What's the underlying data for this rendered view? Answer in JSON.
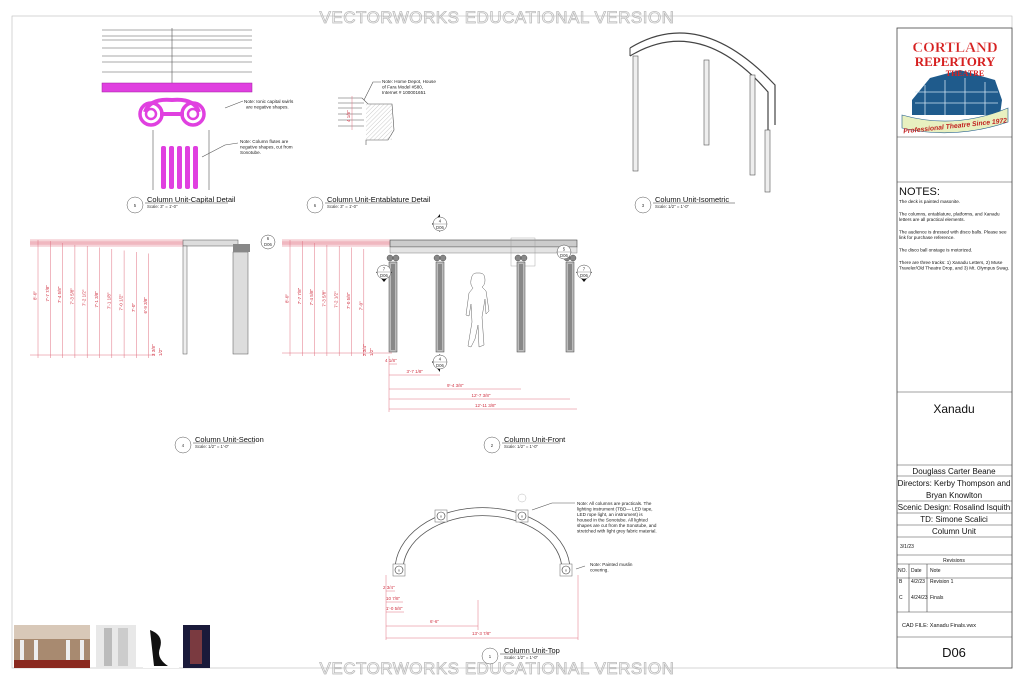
{
  "watermark": "VECTORWORKS EDUCATIONAL VERSION",
  "views": {
    "capital": {
      "number": "5",
      "title": "Column Unit-Capital Detail",
      "scale": "Scale: 3\" = 1'-0\"",
      "note_swirls": [
        "Note: Ionic capital swirls",
        "are negative shapes."
      ],
      "note_flutes": [
        "Note: Column flutes are",
        "negative shapes, cut from",
        "Sonotube."
      ]
    },
    "entablature": {
      "number": "6",
      "title": "Column Unit-Entablature Detail",
      "scale": "Scale: 3\" = 1'-0\"",
      "note": [
        "Note: Home Depot, House",
        "of Fara Model #580,",
        "Internet # 100001651"
      ],
      "dim": "4 1/8\""
    },
    "isometric": {
      "number": "3",
      "title": "Column Unit-Isometric",
      "scale": "Scale: 1/2\" = 1'-0\""
    },
    "section": {
      "number": "4",
      "title": "Column Unit-Section",
      "scale": "Scale: 1/2\" = 1'-0\"",
      "dims": [
        "8'-0\"",
        "7'-7 7/8\"",
        "7'-4 5/8\"",
        "7'-3 5/8\"",
        "7'-2 1/2\"",
        "7'-1 3/8\"",
        "7'-1 1/8\"",
        "7'-0 1/2\"",
        "7'-0\"",
        "6'-9 3/8\""
      ],
      "small_dims": [
        "3 3/8\"",
        "1/2\""
      ],
      "callout": {
        "num": "6",
        "sheet": "D06"
      }
    },
    "front": {
      "number": "2",
      "title": "Column Unit-Front",
      "scale": "Scale: 1/2\" = 1'-0\"",
      "dims": [
        "8'-0\"",
        "7'-7 7/8\"",
        "7'-4 5/8\"",
        "7'-3 5/8\"",
        "7'-2 1/2\"",
        "7'-0 5/8\"",
        "7'-0\""
      ],
      "small_dims": [
        "2 3/4\"",
        "1/2\""
      ],
      "bottom_dims": [
        "4 1/8\"",
        "3'-7 1/8\"",
        "9'-4 3/8\"",
        "12'-7 3/8\"",
        "12'-11 3/8\""
      ],
      "callouts": [
        {
          "num": "4",
          "sheet": "D06"
        },
        {
          "num": "4",
          "sheet": "D06"
        },
        {
          "num": "7",
          "sheet": "D06"
        },
        {
          "num": "7",
          "sheet": "D06"
        },
        {
          "num": "5",
          "sheet": "D06"
        }
      ]
    },
    "top": {
      "number": "1",
      "title": "Column Unit-Top",
      "scale": "Scale: 1/2\" = 1'-0\"",
      "dims": [
        "2 3/4\"",
        "10 7/8\"",
        "1'-0 5/8\"",
        "6'-6\"",
        "13'-3 7/8\""
      ],
      "note_columns": [
        "Note: All columns are practicals. The",
        "lighting instrument (TBD— LED tape,",
        "LED rope light, an instrument) is",
        "housed in the Sonotube. All lighted",
        "shapes are cut from the Sonotube, and",
        "stretched with light grey fabric material."
      ],
      "note_muslin": [
        "Note: Painted muslin",
        "covering."
      ]
    }
  },
  "title_block": {
    "logo": {
      "line1": "CORTLAND",
      "line2": "REPERTORY",
      "line3": "THEATRE",
      "tagline": "Professional Theatre Since 1972"
    },
    "notes_heading": "NOTES:",
    "notes": [
      "The deck is painted masonite.",
      "The columns, entablature, platforms, and Xanadu letters are all practical elements.",
      "The audience is dressed with disco balls. Please see link for purchase reference.",
      "The disco ball onstage is motorized.",
      "There are three tracks: 1) Xanadu Letters, 2) Muse Traveler/Old Theatre Drop, and 3) Mt. Olympus Swag."
    ],
    "show_title": "Xanadu",
    "author": "Douglass Carter Beane",
    "directors_1": "Directors: Kerby Thompson and",
    "directors_2": "Bryan Knowlton",
    "scenic": "Scenic Design: Rosalind Isquith",
    "td": "TD: Simone Scalici",
    "drawing_name": "Column Unit",
    "date": "3/1/23",
    "revisions": {
      "heading": "Revisions",
      "headers": [
        "NO.",
        "Date",
        "Note"
      ],
      "rows": [
        [
          "B",
          "4/2/23",
          "Revision 1"
        ],
        [
          "C",
          "4/24/23",
          "Finals"
        ]
      ]
    },
    "cad_file": "CAD FILE:  Xanadu Finals.vwx",
    "sheet_number": "D06"
  },
  "colors": {
    "magenta": "#e040e0",
    "dimension_red": "#d03040",
    "logo_red": "#d62020",
    "logo_blue": "#1f5b8c"
  }
}
